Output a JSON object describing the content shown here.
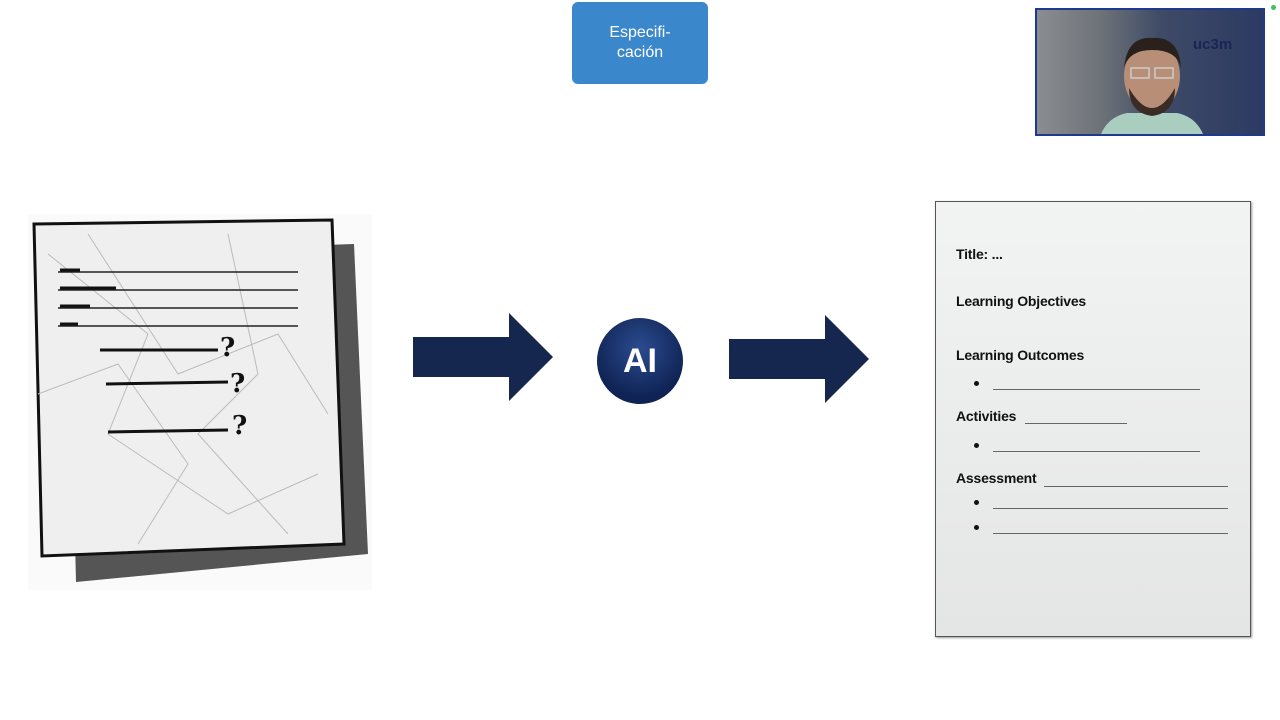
{
  "spec_box": {
    "label": "Especifi-\ncación"
  },
  "ai_badge": {
    "label": "AI"
  },
  "webcam": {
    "logo_text": "uc3m"
  },
  "document": {
    "title": "Title: ...",
    "objectives": "Learning Objectives",
    "outcomes": "Learning Outcomes",
    "activities": "Activities",
    "assessment": "Assessment"
  },
  "colors": {
    "spec": "#3a87cc",
    "arrow": "#15264f",
    "ai": "#0f2354"
  }
}
